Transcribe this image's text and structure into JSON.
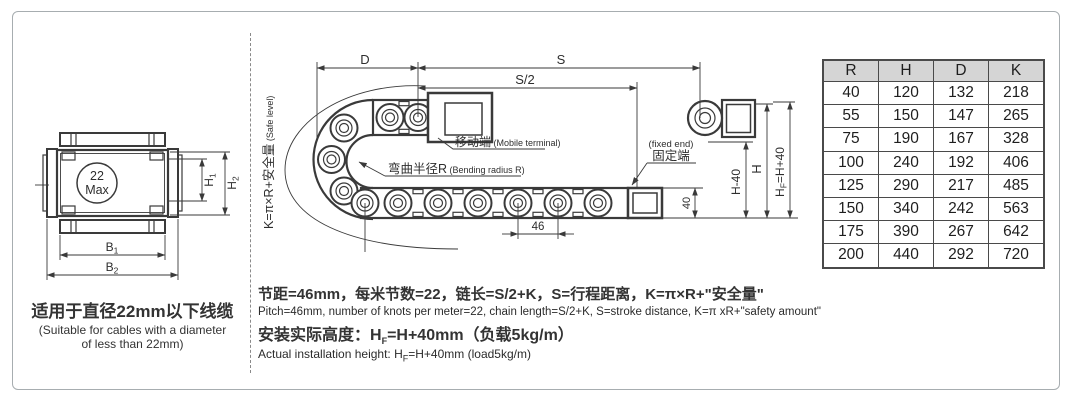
{
  "cross_section": {
    "circle_line1": "22",
    "circle_line2": "Max",
    "dims": {
      "h1": {
        "pre": "H",
        "sub": "1"
      },
      "h2": {
        "pre": "H",
        "sub": "2"
      },
      "b1": {
        "pre": "B",
        "sub": "1"
      },
      "b2": {
        "pre": "B",
        "sub": "2"
      }
    },
    "caption_zh": "适用于直径22mm以下线缆",
    "caption_en_line1": "(Suitable for cables with a diameter",
    "caption_en_line2": "of less than 22mm)"
  },
  "side_view": {
    "k_label": {
      "main": "K=π×R+安全量",
      "note": " (Safe level)"
    },
    "dim_d": "D",
    "dim_s": "S",
    "dim_s_half": "S/2",
    "dim_46": "46",
    "dim_40": "40",
    "dim_h40": "H-40",
    "dim_h": "H",
    "dim_hf": {
      "pre": "H",
      "sub": "F",
      "post": "=H+40"
    },
    "mobile_label": {
      "zh": "移动端",
      "en": " (Mobile terminal)"
    },
    "bend_label": {
      "zh": "弯曲半径R",
      "en": " (Bending radius R)"
    },
    "fixed_label": {
      "en": "(fixed end)",
      "zh": "固定端"
    }
  },
  "table": {
    "headers": [
      "R",
      "H",
      "D",
      "K"
    ],
    "rows": [
      [
        "40",
        "120",
        "132",
        "218"
      ],
      [
        "55",
        "150",
        "147",
        "265"
      ],
      [
        "75",
        "190",
        "167",
        "328"
      ],
      [
        "100",
        "240",
        "192",
        "406"
      ],
      [
        "125",
        "290",
        "217",
        "485"
      ],
      [
        "150",
        "340",
        "242",
        "563"
      ],
      [
        "175",
        "390",
        "267",
        "642"
      ],
      [
        "200",
        "440",
        "292",
        "720"
      ]
    ]
  },
  "notes": {
    "line1_zh": "节距=46mm，每米节数=22，链长=S/2+K，S=行程距离，K=π×R+\"安全量\"",
    "line2_en": "Pitch=46mm, number of knots per meter=22, chain length=S/2+K, S=stroke distance, K=π xR+\"safety amount\"",
    "line3_zh": {
      "pre": "安装实际高度：H",
      "sub": "F",
      "post": "=H+40mm（负载5kg/m）"
    },
    "line4_en": {
      "pre": "Actual installation height: H",
      "sub": "F",
      "post": "=H+40mm (load5kg/m)"
    }
  }
}
